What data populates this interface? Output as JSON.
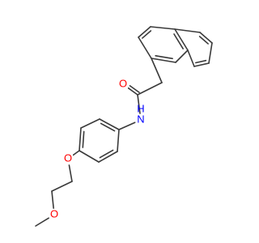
{
  "molecule": {
    "atoms": [
      {
        "id": "a1",
        "element": "C"
      },
      {
        "id": "a2",
        "element": "C"
      },
      {
        "id": "a3",
        "element": "C"
      },
      {
        "id": "a4",
        "element": "C"
      },
      {
        "id": "a5",
        "element": "C"
      },
      {
        "id": "a6",
        "element": "C"
      },
      {
        "id": "a7",
        "element": "C"
      },
      {
        "id": "a8",
        "element": "C"
      },
      {
        "id": "a9",
        "element": "C"
      },
      {
        "id": "a10",
        "element": "C"
      },
      {
        "id": "a11",
        "element": "C"
      },
      {
        "id": "a12",
        "element": "C"
      },
      {
        "id": "a13",
        "element": "O",
        "label": "O"
      },
      {
        "id": "a14",
        "element": "N",
        "label": "N",
        "hydrogen_label": "H"
      },
      {
        "id": "a15",
        "element": "C"
      },
      {
        "id": "a16",
        "element": "C"
      },
      {
        "id": "a17",
        "element": "C"
      },
      {
        "id": "a18",
        "element": "C"
      },
      {
        "id": "a19",
        "element": "C"
      },
      {
        "id": "a20",
        "element": "C"
      },
      {
        "id": "a21",
        "element": "O",
        "label": "O"
      },
      {
        "id": "a22",
        "element": "C"
      },
      {
        "id": "a23",
        "element": "C"
      },
      {
        "id": "a24",
        "element": "O",
        "label": "O"
      },
      {
        "id": "a25",
        "element": "C"
      }
    ],
    "bonds": [
      {
        "from": "a1",
        "to": "a2",
        "order": 1
      },
      {
        "from": "a2",
        "to": "a3",
        "order": 2
      },
      {
        "from": "a3",
        "to": "a4",
        "order": 1
      },
      {
        "from": "a4",
        "to": "a5",
        "order": 2
      },
      {
        "from": "a5",
        "to": "a6",
        "order": 1
      },
      {
        "from": "a6",
        "to": "a1",
        "order": 2
      },
      {
        "from": "a4",
        "to": "a7",
        "order": 1
      },
      {
        "from": "a7",
        "to": "a8",
        "order": 2
      },
      {
        "from": "a8",
        "to": "a9",
        "order": 1
      },
      {
        "from": "a9",
        "to": "a10",
        "order": 2
      },
      {
        "from": "a10",
        "to": "a5",
        "order": 1
      },
      {
        "from": "a1",
        "to": "a11",
        "order": 1
      },
      {
        "from": "a11",
        "to": "a12",
        "order": 1
      },
      {
        "from": "a12",
        "to": "a13",
        "order": 2
      },
      {
        "from": "a12",
        "to": "a14",
        "order": 1
      },
      {
        "from": "a14",
        "to": "a15",
        "order": 1
      },
      {
        "from": "a15",
        "to": "a16",
        "order": 2
      },
      {
        "from": "a16",
        "to": "a17",
        "order": 1
      },
      {
        "from": "a17",
        "to": "a18",
        "order": 2
      },
      {
        "from": "a18",
        "to": "a19",
        "order": 1
      },
      {
        "from": "a19",
        "to": "a20",
        "order": 2
      },
      {
        "from": "a20",
        "to": "a15",
        "order": 1
      },
      {
        "from": "a18",
        "to": "a21",
        "order": 1
      },
      {
        "from": "a21",
        "to": "a22",
        "order": 1
      },
      {
        "from": "a22",
        "to": "a23",
        "order": 1
      },
      {
        "from": "a23",
        "to": "a24",
        "order": 1
      },
      {
        "from": "a24",
        "to": "a25",
        "order": 1
      }
    ],
    "colors": {
      "bond": "#3a3a3a",
      "oxygen": "#ff0000",
      "nitrogen": "#0000ff"
    }
  }
}
